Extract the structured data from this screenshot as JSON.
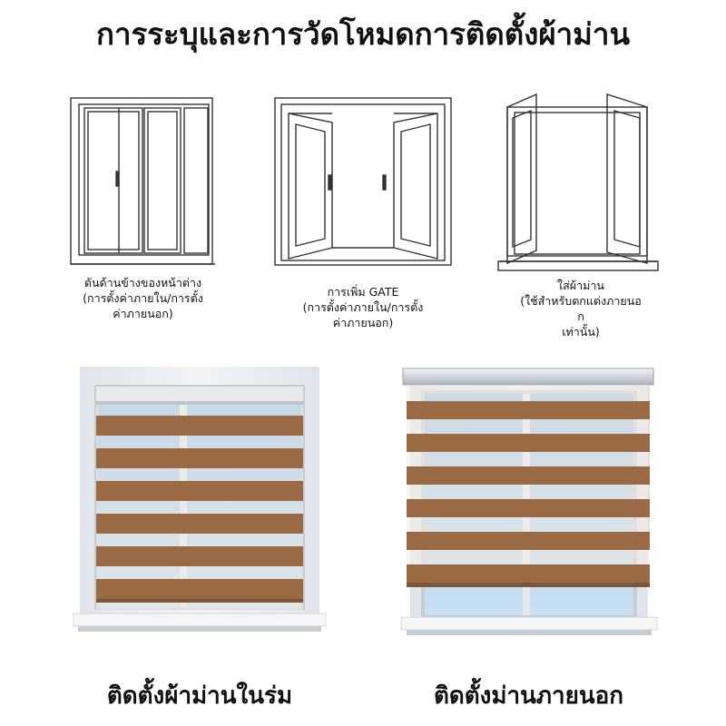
{
  "page_title": "การระบุและการวัดโหมดการติดตั้งผ้าม่าน",
  "window_types": [
    {
      "icon": "sliding-window-icon",
      "caption": "ตันด้านข้างของหน้าต่าง\n(การตั้งค่าภายใน/การตั้ง\nค่าภายนอก)"
    },
    {
      "icon": "casement-door-icon",
      "caption": "การเพิ่ม GATE\n(การตั้งค่าภายใน/การตั้ง\nค่าภายนอก)"
    },
    {
      "icon": "open-casement-window-icon",
      "caption": "ใส่ผ้าม่าน\n(ใช้สำหรับตกแต่งภายนอ\nก\nเท่านั้น)"
    }
  ],
  "blind_examples": [
    {
      "caption": "ติดตั้งผ้าม่านในร่ม"
    },
    {
      "caption": "ติดตั้งม่านภายนอก"
    }
  ],
  "colors": {
    "blind_brown": "#9a6a45",
    "blind_sheer": "#f3ede6",
    "sky": "#a9cdea",
    "frame": "#e9ecef"
  }
}
